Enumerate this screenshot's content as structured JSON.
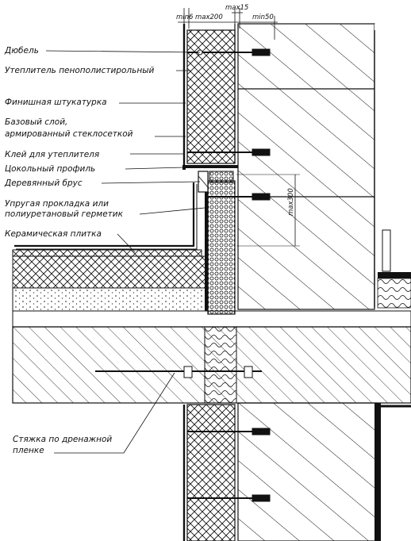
{
  "diagram": {
    "labels": [
      "Дюбель",
      "Утеплитель пенополистирольный",
      "Финишная штукатурка",
      "Базовый слой,",
      "армированный стеклосеткой",
      "Клей для утеплителя",
      "Цокольный профиль",
      "Деревянный брус",
      "Упругая прокладка или",
      "полиуретановый герметик",
      "Керамическая плитка",
      "Стяжка по дренажной",
      "пленке"
    ],
    "dimensions": {
      "min6": "min6",
      "max200": "max200",
      "max15": "max15",
      "min50": "min50",
      "max300": "max300"
    },
    "colors": {
      "line": "#111111",
      "background": "#ffffff"
    }
  }
}
